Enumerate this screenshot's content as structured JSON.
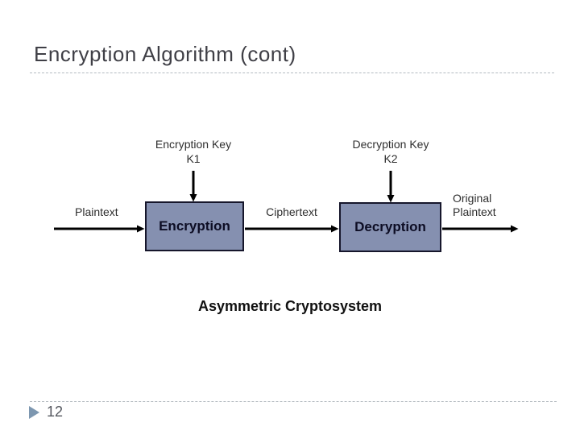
{
  "slide": {
    "title": "Encryption Algorithm (cont)",
    "caption": "Asymmetric Cryptosystem",
    "page_number": "12"
  },
  "diagram": {
    "encryption_key": {
      "label": "Encryption Key",
      "key_name": "K1"
    },
    "decryption_key": {
      "label": "Decryption Key",
      "key_name": "K2"
    },
    "plaintext_label": "Plaintext",
    "ciphertext_label": "Ciphertext",
    "original_plaintext": {
      "line1": "Original",
      "line2": "Plaintext"
    },
    "encryption_box_label": "Encryption",
    "decryption_box_label": "Decryption"
  },
  "colors": {
    "box_fill": "#8590b0",
    "box_border": "#16162b",
    "arrow": "#000000",
    "title_text": "#3f3f46",
    "dashed_rule": "#b3bac0",
    "page_triangle": "#7d97b0"
  }
}
